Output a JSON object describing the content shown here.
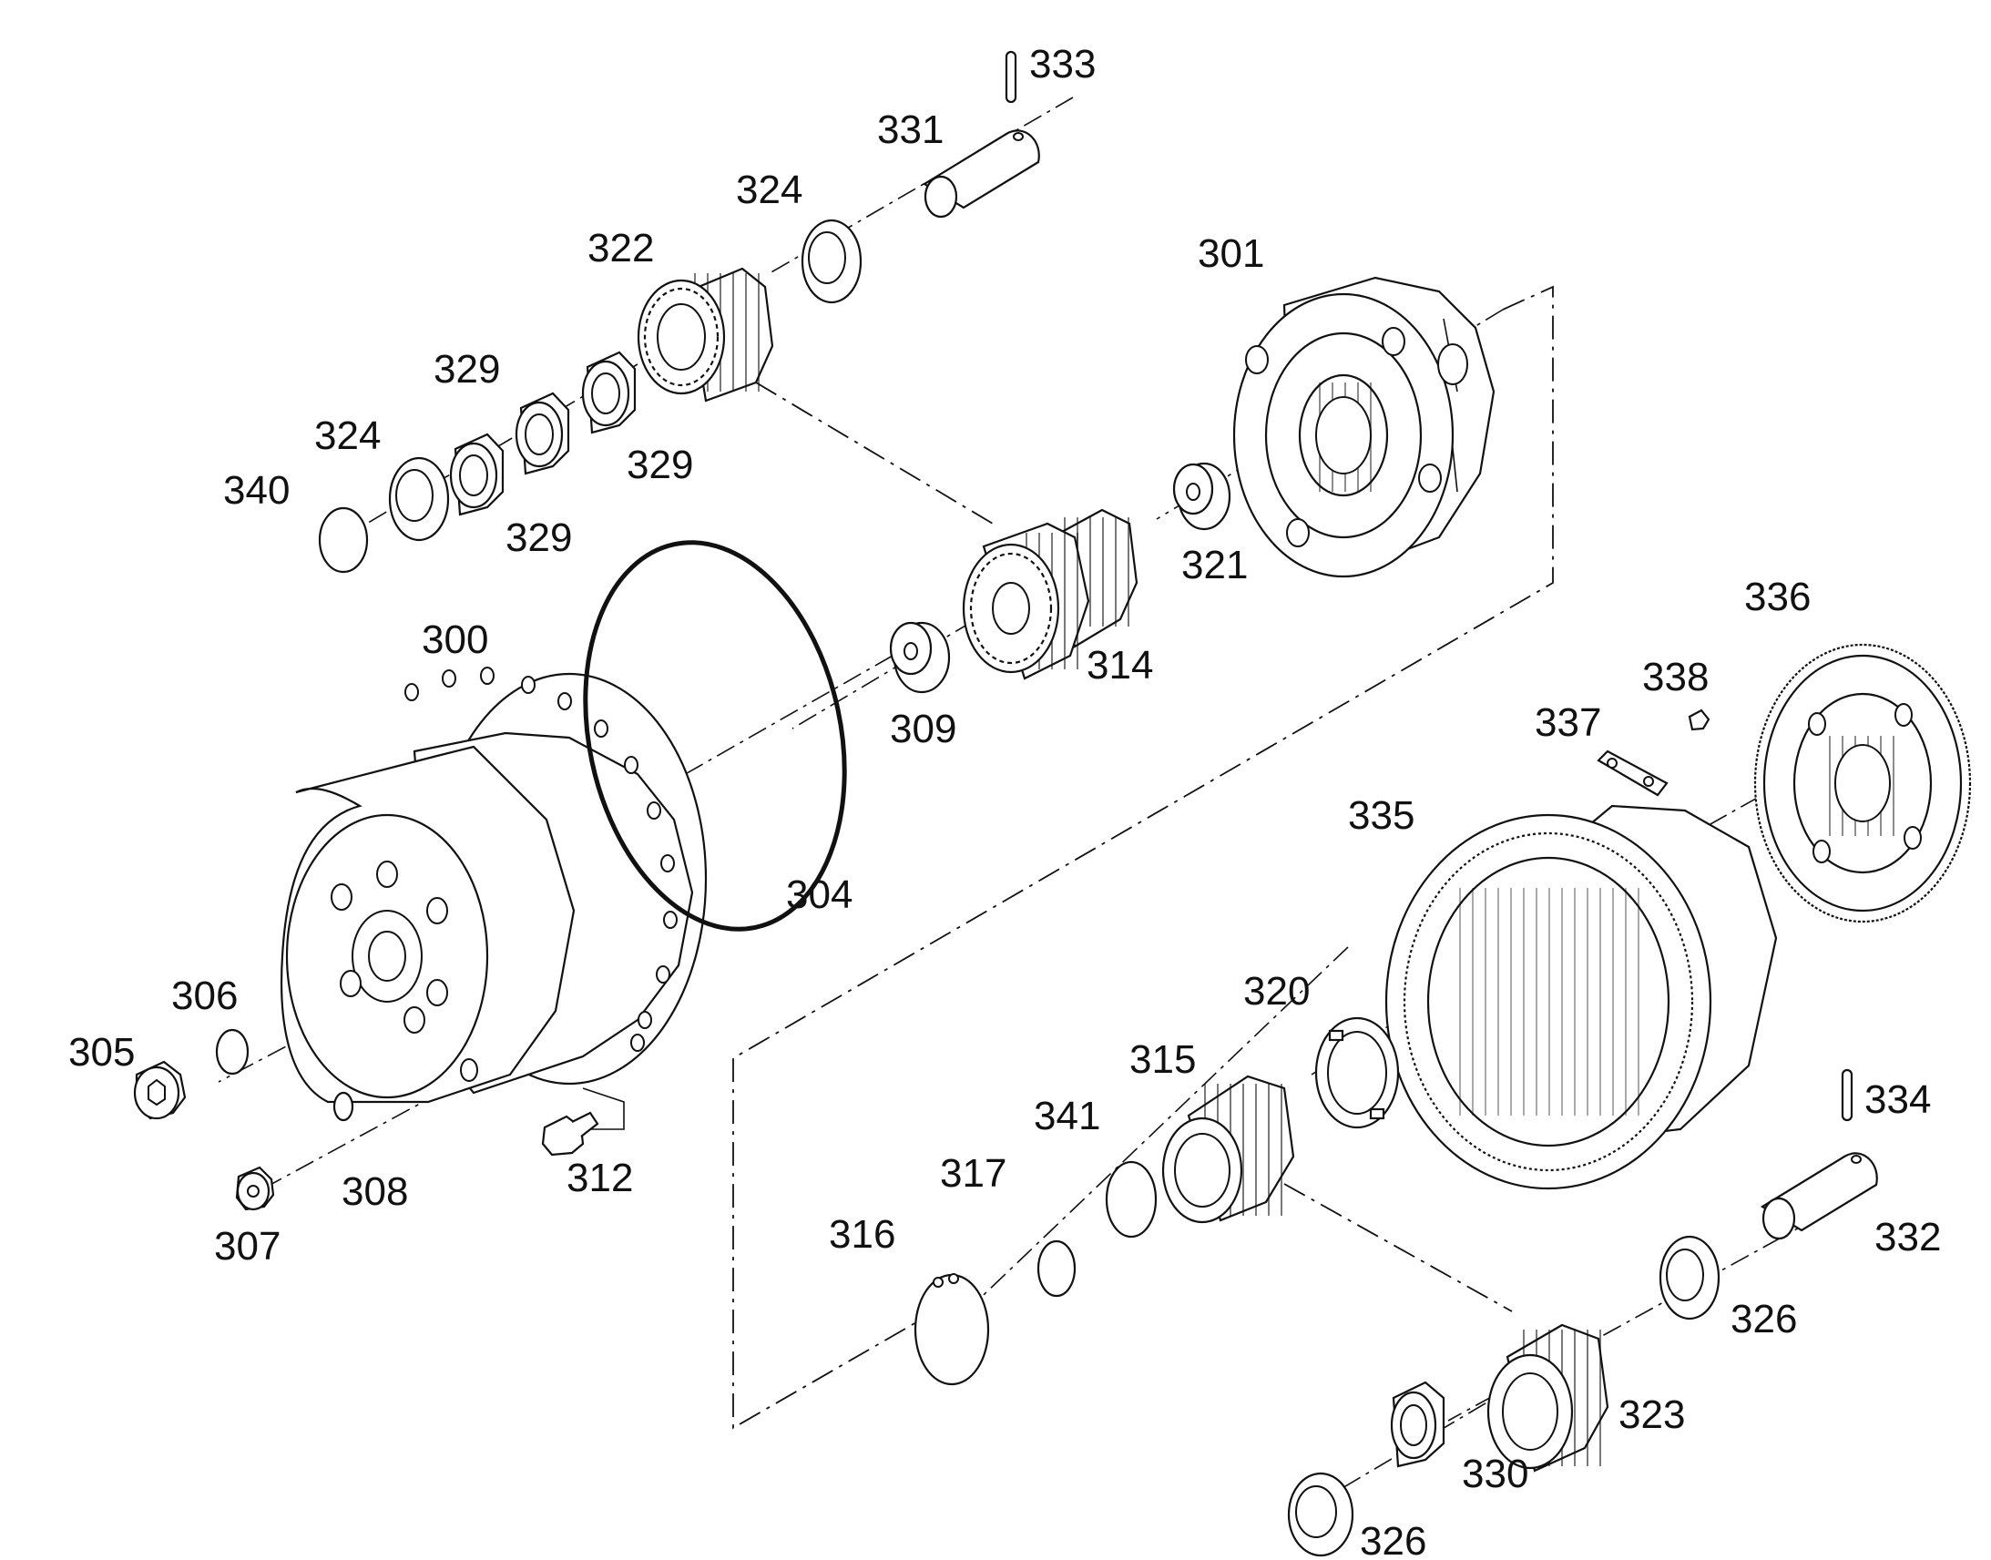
{
  "labels": {
    "p300": "300",
    "p301": "301",
    "p304": "304",
    "p305": "305",
    "p306": "306",
    "p307": "307",
    "p308": "308",
    "p309": "309",
    "p312": "312",
    "p314": "314",
    "p315": "315",
    "p316": "316",
    "p317": "317",
    "p320": "320",
    "p321": "321",
    "p322": "322",
    "p323": "323",
    "p324a": "324",
    "p324b": "324",
    "p326a": "326",
    "p326b": "326",
    "p329a": "329",
    "p329b": "329",
    "p329c": "329",
    "p330": "330",
    "p331": "331",
    "p332": "332",
    "p333": "333",
    "p334": "334",
    "p335": "335",
    "p336": "336",
    "p337": "337",
    "p338": "338",
    "p340": "340",
    "p341": "341"
  }
}
